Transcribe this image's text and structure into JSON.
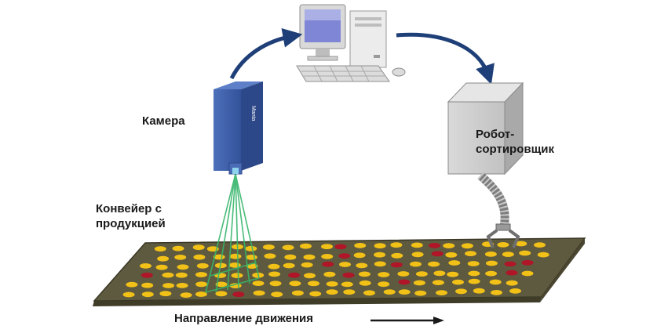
{
  "labels": {
    "camera": "Камера",
    "conveyor": [
      "Конвейер с",
      "продукцией"
    ],
    "robot": [
      "Робот-",
      "сортировщик"
    ],
    "direction": "Направление движения"
  },
  "camera_brand": "Manta",
  "colors": {
    "conveyor": "#5e5a3f",
    "conveyor_edge": "#3a3726",
    "item_good": "#f2c117",
    "item_bad": "#b01528",
    "camera_body": "#3d5fa8",
    "beam": "#35b56a",
    "arrow": "#1f3f78",
    "robot_box": "#cfcfcf"
  },
  "items": {
    "good_count": 118,
    "bad_count": 14
  },
  "icons": [
    "desktop-computer-icon",
    "camera-icon",
    "robot-sorter-icon",
    "direction-arrow-icon"
  ]
}
